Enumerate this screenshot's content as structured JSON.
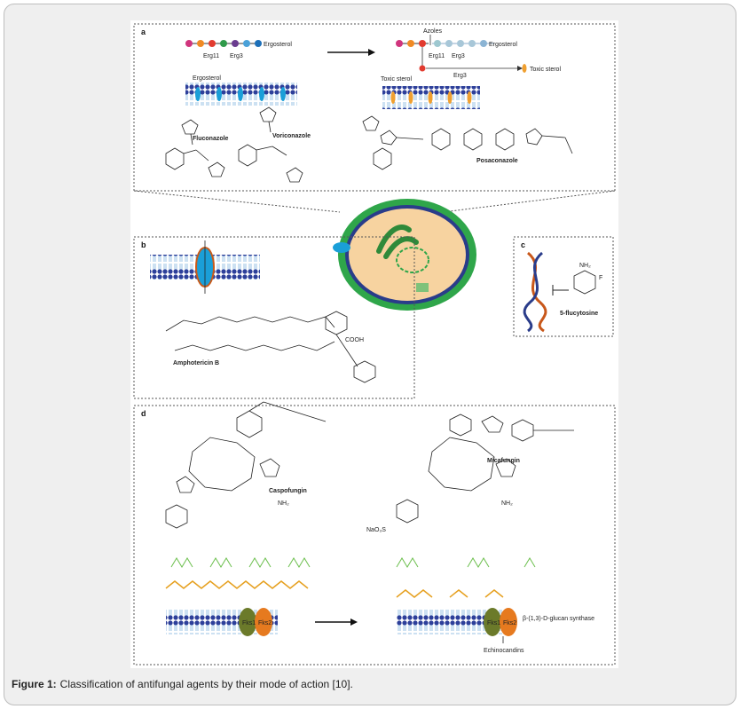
{
  "figure": {
    "panel_labels": {
      "a": "a",
      "b": "b",
      "c": "c",
      "d": "d"
    },
    "panel_a": {
      "ergosterol": "Ergosterol",
      "ergosterol_membrane": "Ergosterol",
      "erg11": "Erg11",
      "erg3": "Erg3",
      "azoles": "Azoles",
      "ergosterol_right": "Ergosterol",
      "erg11_right": "Erg11",
      "erg3_right": "Erg3",
      "erg3_lower": "Erg3",
      "toxic_sterol_right": "Toxic sterol",
      "toxic_sterol_left": "Toxic sterol",
      "fluconazole": "Fluconazole",
      "voriconazole": "Voriconazole",
      "posaconazole": "Posaconazole"
    },
    "panel_b": {
      "drug": "Amphotericin B",
      "cooh": "COOH"
    },
    "panel_c": {
      "drug": "5-flucytosine",
      "nh2": "NH₂",
      "f": "F"
    },
    "panel_d": {
      "caspofungin": "Caspofungin",
      "micafungin": "Micafungin",
      "nh2": "NH₂",
      "naso3": "NaO₃S",
      "fks1": "Fks1",
      "fks2": "Fks2",
      "fks1_right": "Fks1",
      "fks2_right": "Fks2",
      "glucan": "β-(1,3)-D-glucan synthase",
      "echinocandins": "Echinocandins"
    }
  },
  "caption": {
    "label": "Figure 1:",
    "text": "Classification of antifungal agents by their mode of action [10]."
  },
  "colors": {
    "membrane_head": "#2d3f9a",
    "membrane_tail": "#6fa9d8",
    "ergosterol": "#1a9fd8",
    "cell_wall": "#2fa64a",
    "cell_body": "#f7d3a0",
    "glucan": "#6cbf4e",
    "fks1": "#6b7a2a",
    "fks2": "#e67a1f"
  }
}
